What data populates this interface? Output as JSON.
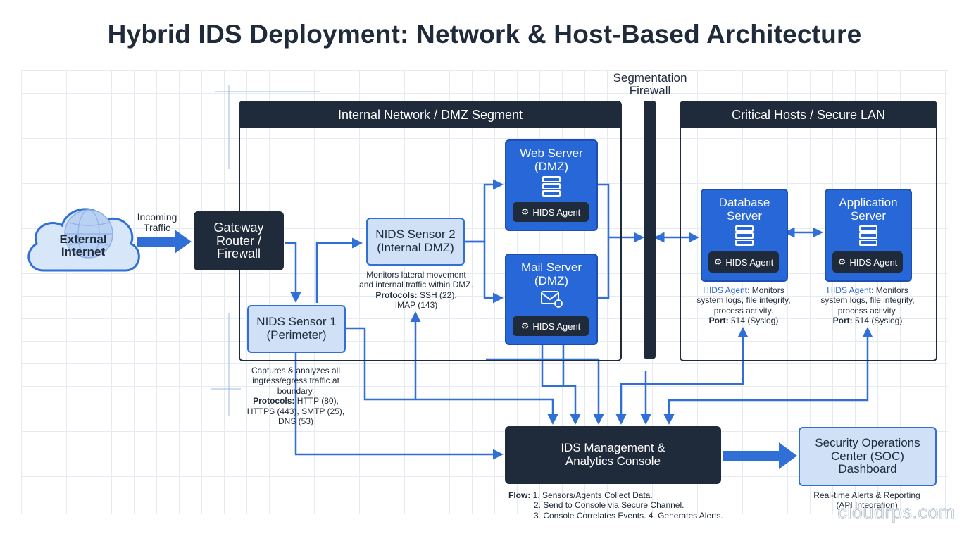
{
  "title": "Hybrid IDS Deployment: Network & Host-Based Architecture",
  "colors": {
    "dark": "#1f2a3a",
    "blue": "#2767d8",
    "light_blue": "#cfe0f7",
    "arrow": "#2f6fd6"
  },
  "external": {
    "line1": "External",
    "line2": "Internet",
    "icon": "globe-icon"
  },
  "incoming": {
    "line1": "Incoming",
    "line2": "Traffic"
  },
  "gateway": {
    "line1": "Gateway",
    "line2": "Router /",
    "line3": "Firewall"
  },
  "zones": {
    "dmz": "Internal Network / DMZ Segment",
    "secure": "Critical Hosts / Secure LAN"
  },
  "segmentation": {
    "line1": "Segmentation",
    "line2": "Firewall"
  },
  "nids1": {
    "line1": "NIDS Sensor 1",
    "line2": "(Perimeter)",
    "note1": "Captures & analyzes all",
    "note2": "ingress/egress traffic at",
    "note3": "boundary.",
    "proto_label": "Protocols:",
    "proto1": "HTTP (80),",
    "proto2": "HTTPS (443), SMTP (25),",
    "proto3": "DNS (53)"
  },
  "nids2": {
    "line1": "NIDS Sensor 2",
    "line2": "(Internal DMZ)",
    "note1": "Monitors lateral movement",
    "note2": "and internal traffic within DMZ.",
    "proto_label": "Protocols:",
    "proto1": "SSH (22),",
    "proto2": "IMAP (143)"
  },
  "web_server": {
    "line1": "Web Server",
    "line2": "(DMZ)",
    "agent": "HIDS Agent"
  },
  "mail_server": {
    "line1": "Mail Server",
    "line2": "(DMZ)",
    "agent": "HIDS Agent"
  },
  "db_server": {
    "line1": "Database",
    "line2": "Server",
    "agent": "HIDS Agent",
    "note_label": "HIDS Agent:",
    "note1": "Monitors",
    "note2": "system logs, file integrity,",
    "note3": "process activity.",
    "port_label": "Port:",
    "port": "514 (Syslog)"
  },
  "app_server": {
    "line1": "Application",
    "line2": "Server",
    "agent": "HIDS Agent",
    "note_label": "HIDS Agent:",
    "note1": "Monitors",
    "note2": "system logs, file integrity,",
    "note3": "process activity.",
    "port_label": "Port:",
    "port": "514 (Syslog)"
  },
  "console": {
    "line1": "IDS Management &",
    "line2": "Analytics Console",
    "flow_label": "Flow:",
    "flow1": "1. Sensors/Agents Collect Data.",
    "flow2": "2. Send to Console via Secure Channel.",
    "flow3": "3. Console Correlates Events. 4. Generates Alerts."
  },
  "soc": {
    "line1": "Security Operations",
    "line2": "Center (SOC)",
    "line3": "Dashboard",
    "note1": "Real-time Alerts & Reporting",
    "note2": "(API Integration)"
  },
  "watermark": "cloudrps.com"
}
